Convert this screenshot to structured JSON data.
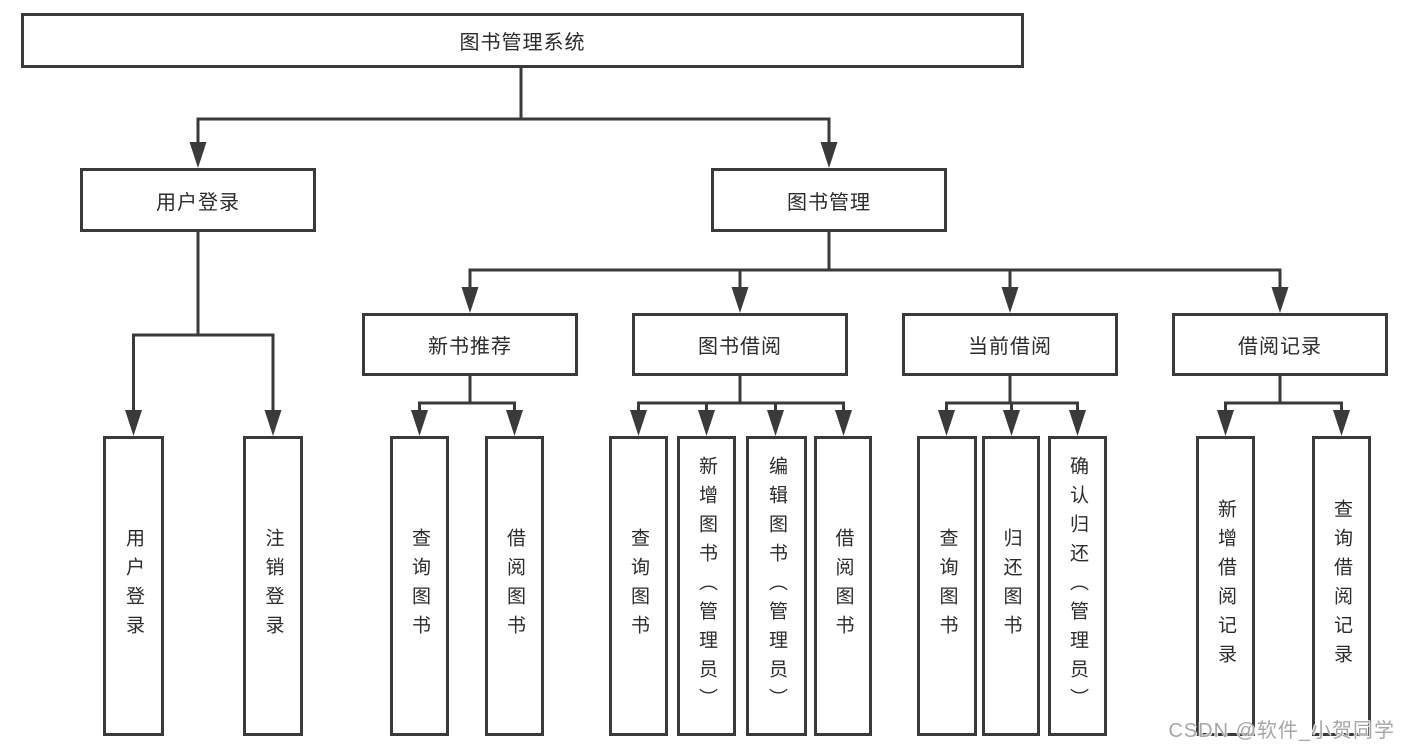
{
  "colors": {
    "background": "#ffffff",
    "line": "#3a3a3a",
    "box_border": "#3a3a3a",
    "text": "#2b2b2b",
    "watermark": "#a6a6a6"
  },
  "diagram": {
    "root": {
      "label": "图书管理系统"
    },
    "level2": [
      {
        "label": "用户登录"
      },
      {
        "label": "图书管理"
      }
    ],
    "level3": [
      {
        "label": "新书推荐"
      },
      {
        "label": "图书借阅"
      },
      {
        "label": "当前借阅"
      },
      {
        "label": "借阅记录"
      }
    ],
    "leaves": {
      "user_login": [
        "用户登录",
        "注销登录"
      ],
      "new_book_recommendation": [
        "查询图书",
        "借阅图书"
      ],
      "book_borrowing": [
        "查询图书",
        "新增图书（管理员）",
        "编辑图书（管理员）",
        "借阅图书"
      ],
      "current_borrowing": [
        "查询图书",
        "归还图书",
        "确认归还（管理员）"
      ],
      "borrowing_records": [
        "新增借阅记录",
        "查询借阅记录"
      ]
    }
  },
  "watermark": {
    "text": "CSDN @软件_小贺同学"
  }
}
